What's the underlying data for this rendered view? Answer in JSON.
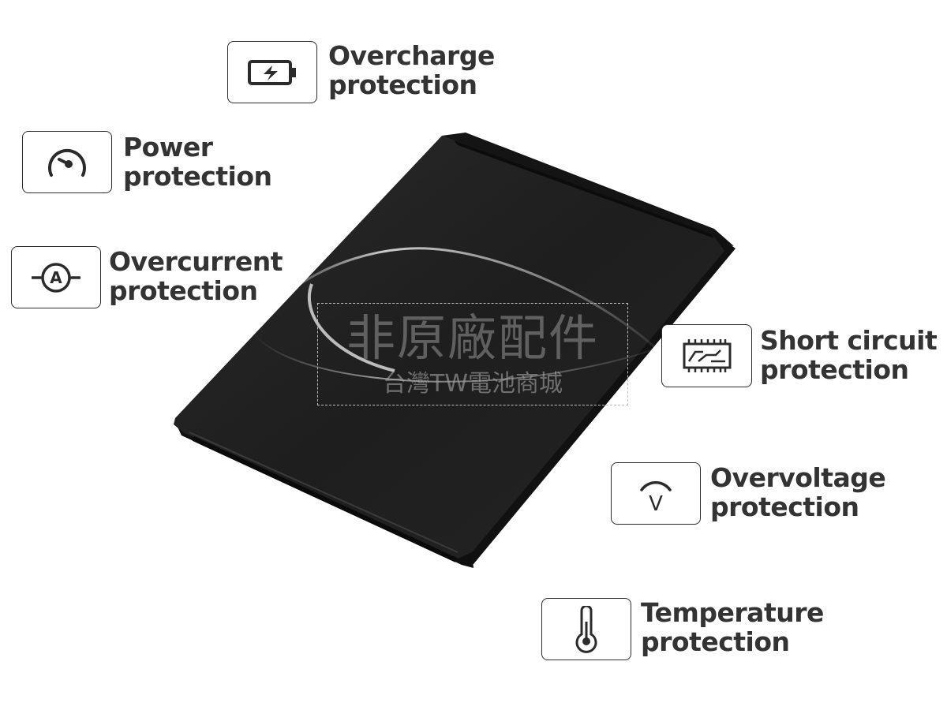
{
  "features": {
    "overcharge": {
      "line1": "Overcharge",
      "line2": "protection",
      "icon": "battery-charge-icon"
    },
    "power": {
      "line1": "Power",
      "line2": "protection",
      "icon": "power-gauge-icon"
    },
    "overcurrent": {
      "line1": "Overcurrent",
      "line2": "protection",
      "icon": "ammeter-icon"
    },
    "short_circuit": {
      "line1": "Short circuit",
      "line2": "protection",
      "icon": "circuit-board-icon"
    },
    "overvoltage": {
      "line1": "Overvoltage",
      "line2": "protection",
      "icon": "voltmeter-icon"
    },
    "temperature": {
      "line1": "Temperature",
      "line2": "protection",
      "icon": "thermometer-icon"
    }
  },
  "watermark": {
    "line1": "非原廠配件",
    "line2": "台灣TW電池商城"
  },
  "colors": {
    "text": "#333333",
    "border": "#2b2b2b",
    "battery": "#1c1c1c"
  }
}
